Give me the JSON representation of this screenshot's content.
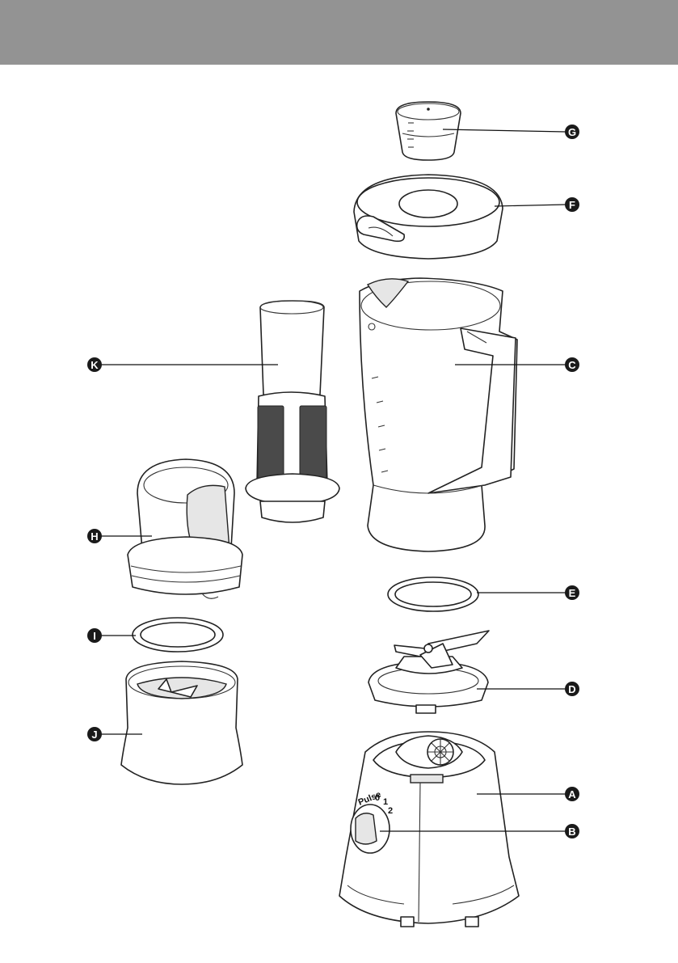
{
  "header": {
    "color": "#939393"
  },
  "labels": {
    "A": "A",
    "B": "B",
    "C": "C",
    "D": "D",
    "E": "E",
    "F": "F",
    "G": "G",
    "H": "H",
    "I": "I",
    "J": "J",
    "K": "K"
  },
  "dial": {
    "pulse": "Pulse",
    "zero": "0",
    "one": "1",
    "two": "2"
  }
}
